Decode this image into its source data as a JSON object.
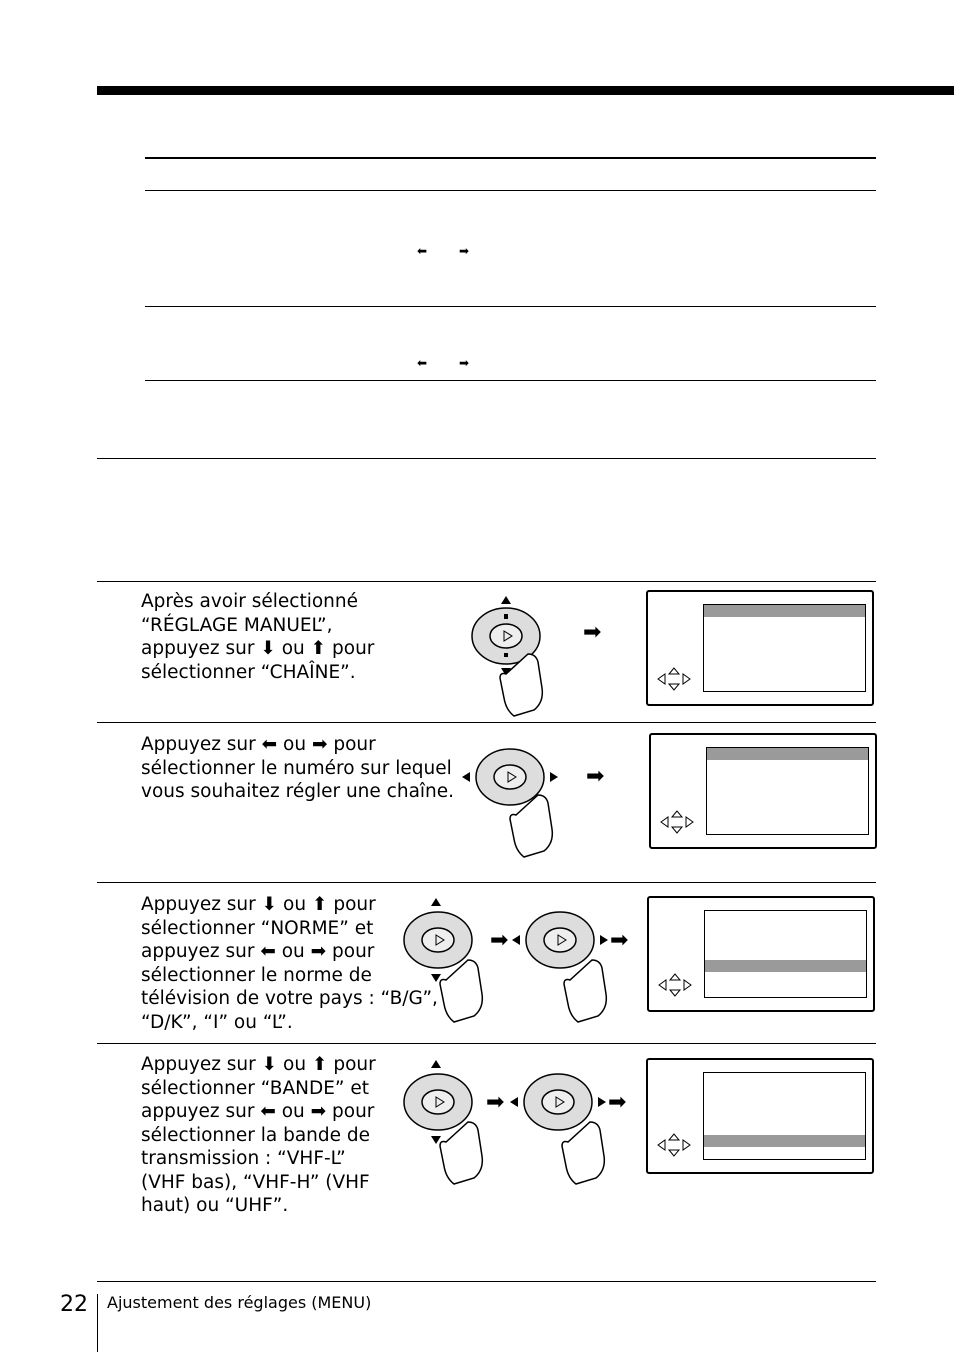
{
  "steps": [
    {
      "text": "Après avoir sélectionné\n“RÉGLAGE MANUEL”,\nappuyez sur ⬇ ou ⬆ pour\nsélectionner “CHAÎNE”."
    },
    {
      "text": "Appuyez sur ⬅ ou ➡ pour\nsélectionner le numéro sur lequel\nvous souhaitez régler une chaîne."
    },
    {
      "text": "Appuyez sur ⬇ ou ⬆ pour\nsélectionner “NORME” et\nappuyez sur ⬅ ou ➡ pour\nsélectionner le norme de\ntélévision de votre pays : “B/G”,\n“D/K”, “I” ou “L”."
    },
    {
      "text": "Appuyez sur ⬇ ou ⬆ pour\nsélectionner “BANDE” et\nappuyez sur ⬅ ou ➡ pour\nsélectionner la bande de\ntransmission : “VHF-L”\n(VHF bas), “VHF-H” (VHF\nhaut) ou “UHF”."
    }
  ],
  "table_arrows": {
    "left": "⬅",
    "right": "➡"
  },
  "flow_arrow": "➡",
  "footer": {
    "page_number": "22",
    "section": "Ajustement des réglages (MENU)"
  },
  "icons": [
    "joystick-icon",
    "pressing-hand-icon",
    "direction-pad-icon",
    "arrow-icon"
  ]
}
